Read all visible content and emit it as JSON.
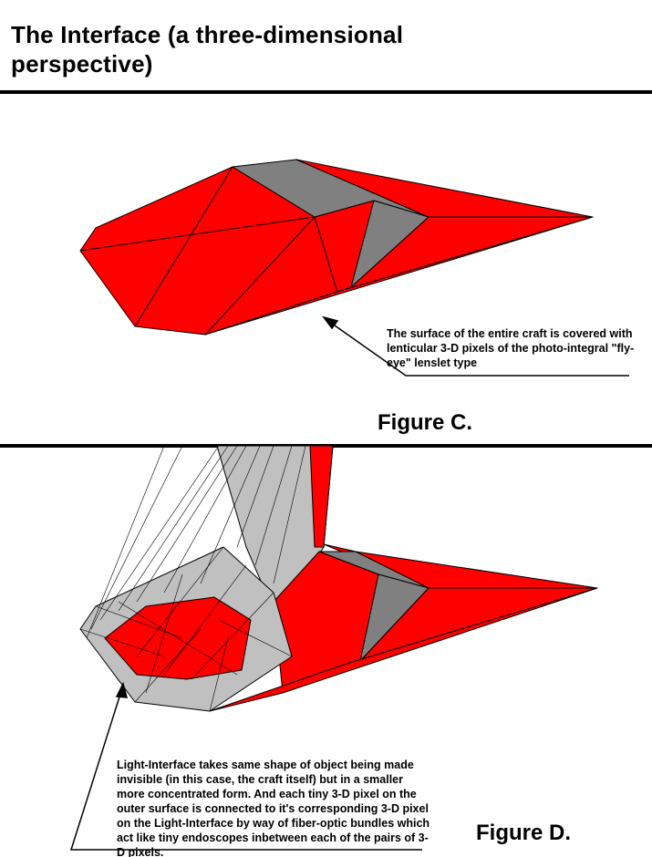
{
  "title": "The Interface (a three-dimensional perspective)",
  "figure_c": {
    "label": "Figure C.",
    "caption": "The surface of the entire craft is covered with lenticular 3-D pixels of the photo-integral \"fly-eye\" lenslet type"
  },
  "figure_d": {
    "label": "Figure D.",
    "caption": "Light-Interface takes same shape of object being made invisible (in this case, the craft itself) but in a smaller more concentrated form. And each tiny 3-D pixel on the outer surface is connected to it's corresponding 3-D pixel on the Light-Interface by way of fiber-optic bundles which act like tiny endoscopes inbetween each of the pairs of 3-D pixels."
  },
  "colors": {
    "craft": "#ff0000",
    "facet": "#808080",
    "interface": "#c0c0c0"
  }
}
